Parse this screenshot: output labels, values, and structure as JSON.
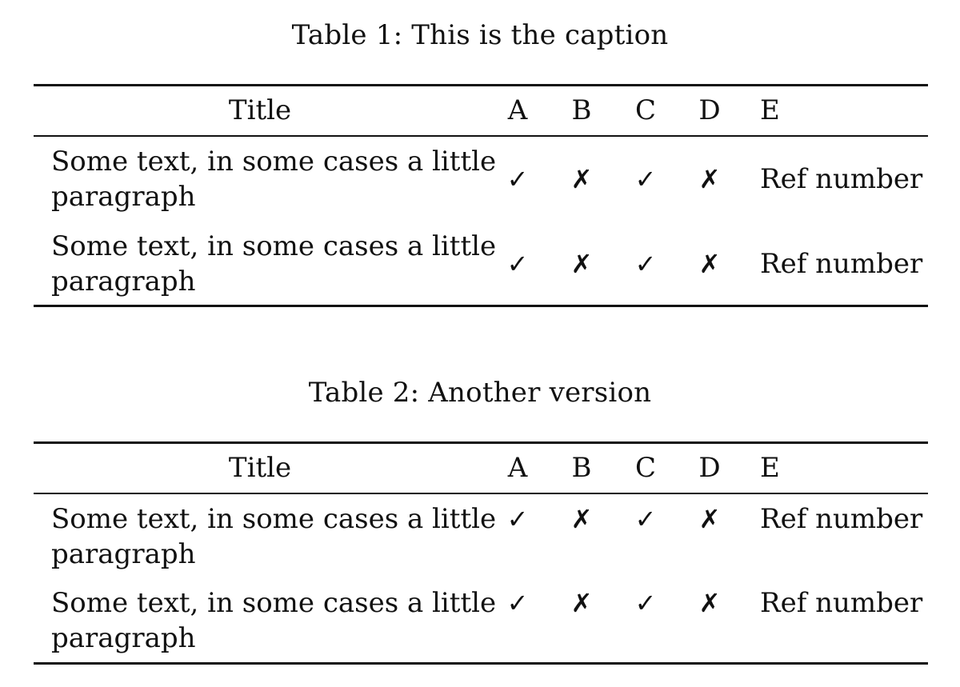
{
  "tables": [
    {
      "caption": "Table 1: This is the caption",
      "headers": [
        "Title",
        "A",
        "B",
        "C",
        "D",
        "E"
      ],
      "rows": [
        {
          "text_line1": "Some text, in some cases a little",
          "text_line2": "paragraph",
          "a": "✓",
          "b": "✗",
          "c": "✓",
          "d": "✗",
          "e": "Ref number"
        },
        {
          "text_line1": "Some text, in some cases a little",
          "text_line2": "paragraph",
          "a": "✓",
          "b": "✗",
          "c": "✓",
          "d": "✗",
          "e": "Ref number"
        }
      ]
    },
    {
      "caption": "Table 2: Another version",
      "headers": [
        "Title",
        "A",
        "B",
        "C",
        "D",
        "E"
      ],
      "rows": [
        {
          "text_line1": "Some text, in some cases a little",
          "text_line2": "paragraph",
          "a": "✓",
          "b": "✗",
          "c": "✓",
          "d": "✗",
          "e": "Ref number"
        },
        {
          "text_line1": "Some text, in some cases a little",
          "text_line2": "paragraph",
          "a": "✓",
          "b": "✗",
          "c": "✓",
          "d": "✗",
          "e": "Ref number"
        }
      ]
    }
  ]
}
